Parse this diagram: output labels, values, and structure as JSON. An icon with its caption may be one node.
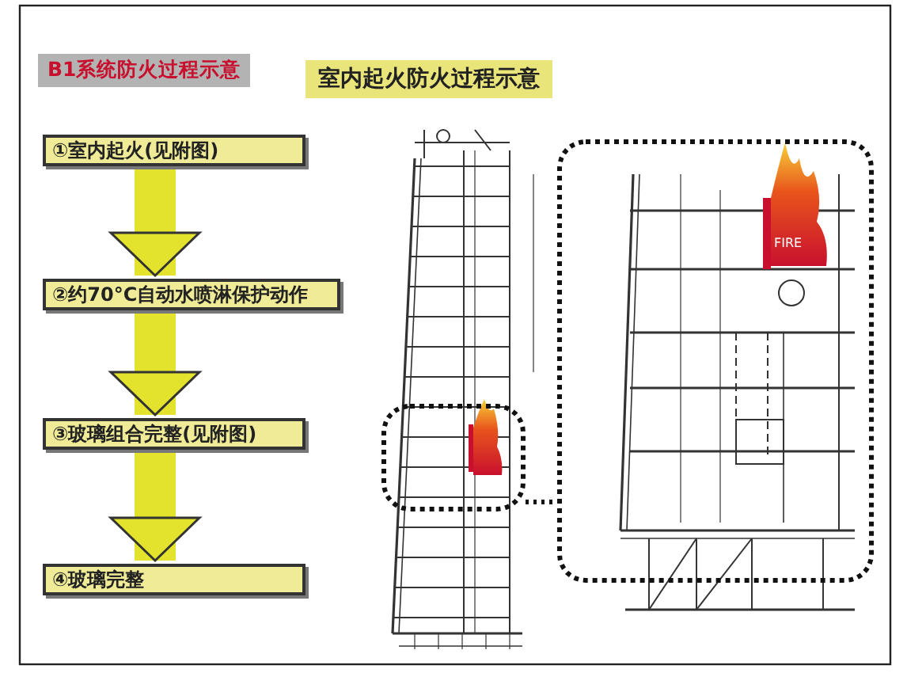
{
  "diagram": {
    "title": "B1系统防火过程示意",
    "nodes": [
      {
        "text": [
          "①室内起火(见附图)"
        ]
      },
      {
        "text": [
          "②约70°C自动水喷淋保护动作"
        ]
      },
      {
        "text": [
          "③玻璃组合完整(见附图)"
        ]
      },
      {
        "text": [
          "④玻璃完整"
        ]
      },
      {
        "text": [],
        "shape": "box"
      },
      {
        "text": [],
        "shape": "box"
      }
    ],
    "edges": [
      {
        "from": 0,
        "to": 1,
        "arrow": "to"
      },
      {
        "from": 1,
        "to": 2,
        "arrow": "to"
      },
      {
        "from": 2,
        "to": 3,
        "arrow": "to"
      },
      {
        "from": 4,
        "to": 5,
        "arrow": "none",
        "style": "dashed",
        "color": "#111111"
      }
    ],
    "labels": [
      "室内起火防火过程示意",
      "FIRE"
    ]
  }
}
